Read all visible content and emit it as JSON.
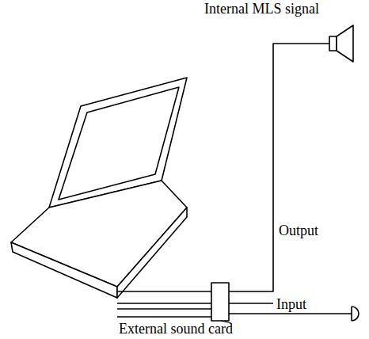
{
  "diagram": {
    "labels": [
      "Internal MLS signal",
      "Output",
      "Input",
      "External sound card"
    ]
  }
}
